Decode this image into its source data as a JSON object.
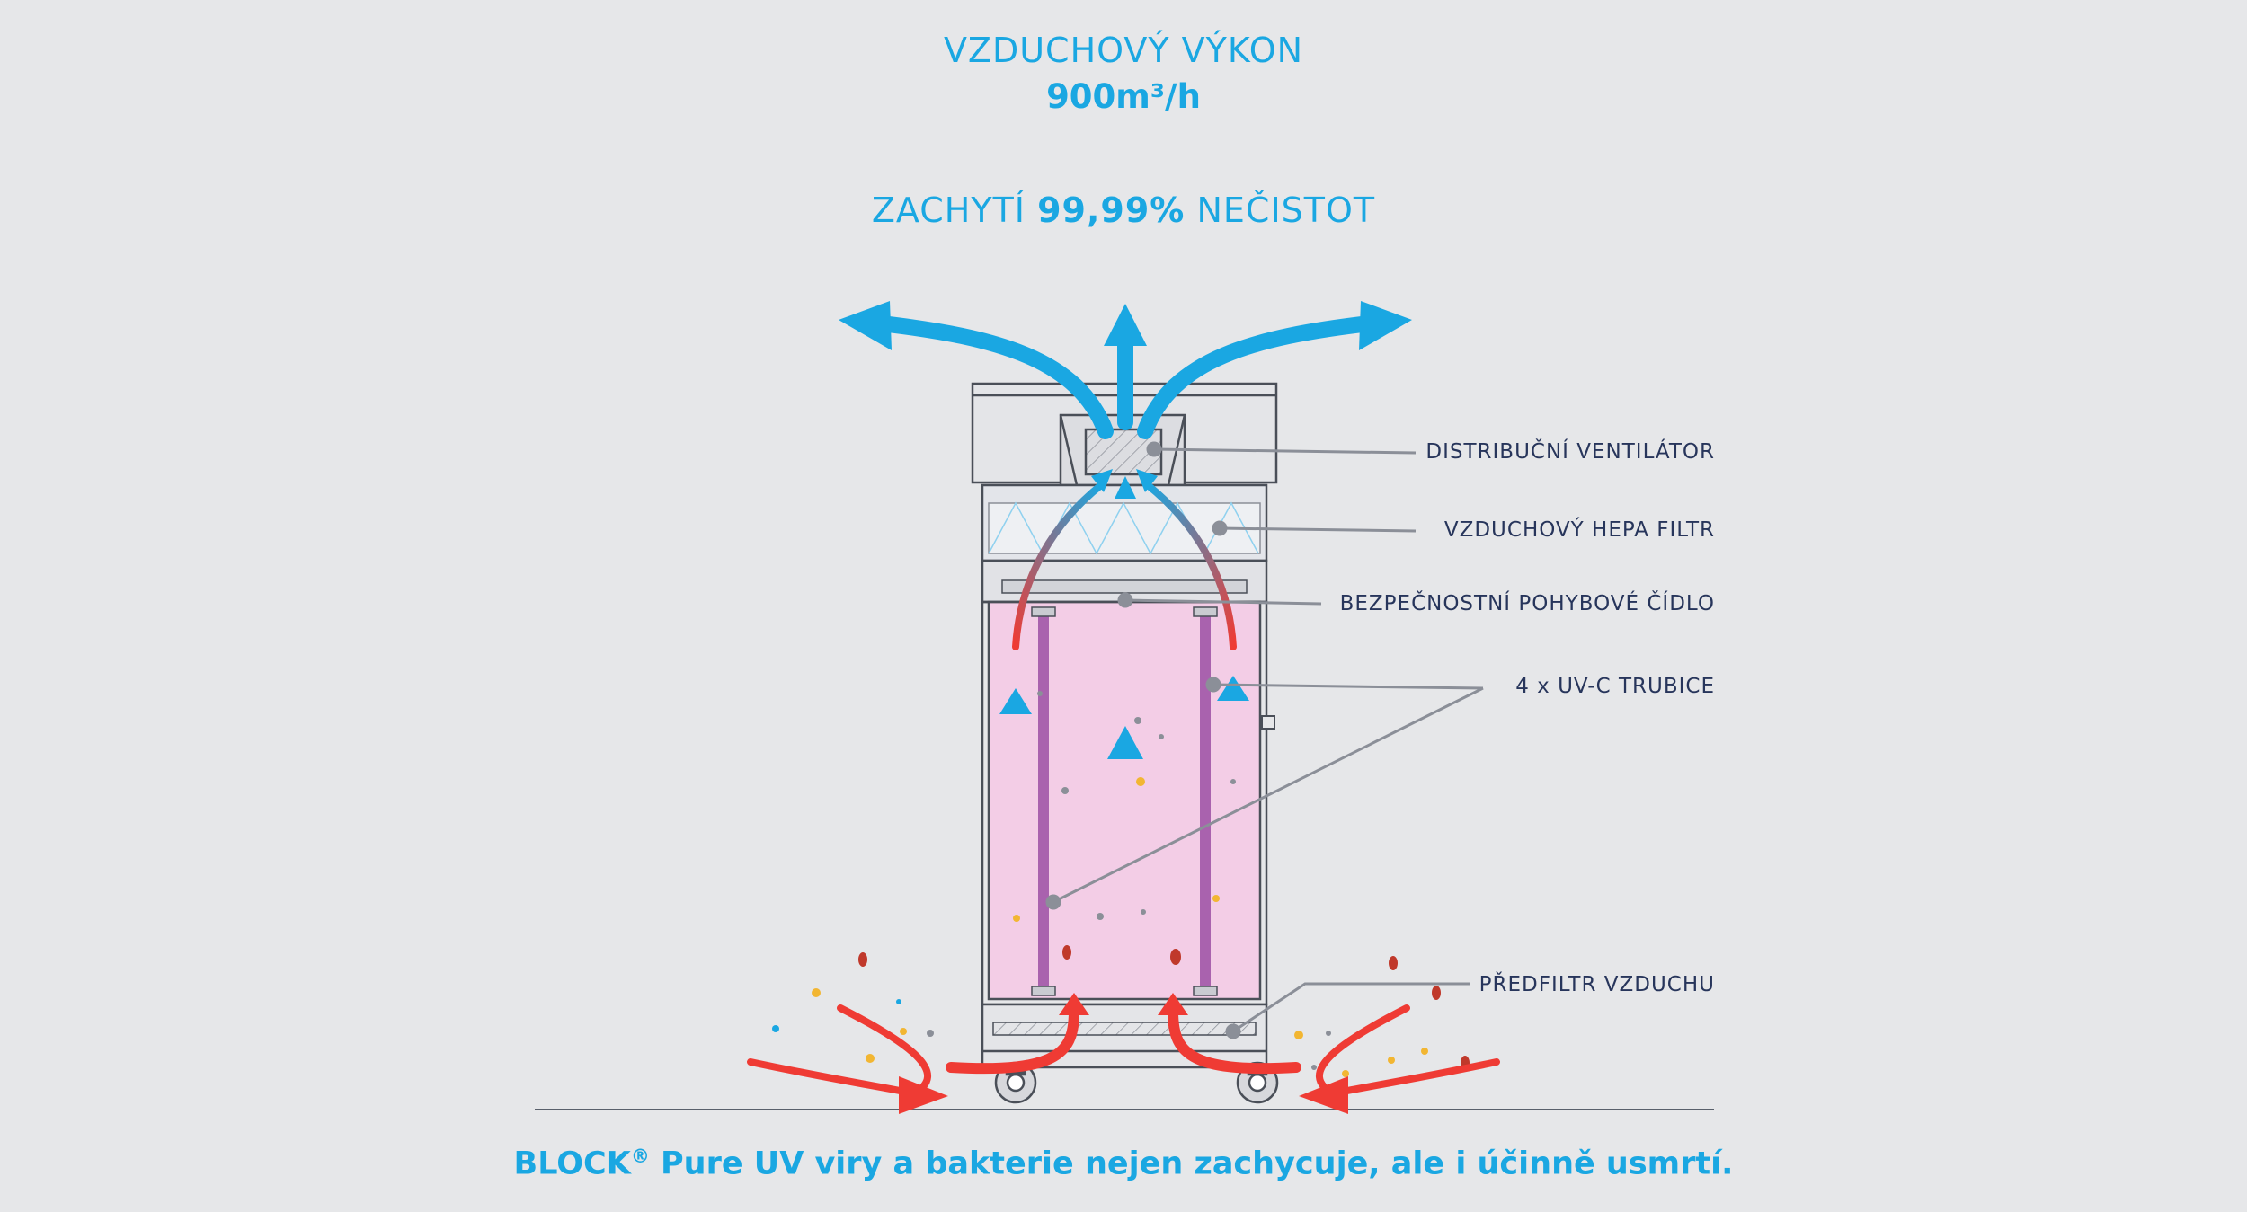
{
  "header": {
    "airflow_label": "VZDUCHOVÝ VÝKON",
    "airflow_value": "900m³/h",
    "capture_prefix": "ZACHYTÍ",
    "capture_value": "99,99%",
    "capture_suffix": "NEČISTOT"
  },
  "callouts": {
    "fan": "DISTRIBUČNÍ VENTILÁTOR",
    "hepa": "VZDUCHOVÝ HEPA FILTR",
    "sensor": "BEZPEČNOSTNÍ POHYBOVÉ ČÍDLO",
    "uvc": "4 x UV-C TRUBICE",
    "prefilter": "PŘEDFILTR VZDUCHU"
  },
  "footer": {
    "brand": "BLOCK",
    "trademark": "®",
    "text": "Pure UV viry a bakterie nejen zachycuje, ale i účinně usmrtí."
  },
  "colors": {
    "accent_blue": "#1aa7e2",
    "label_navy": "#27355b",
    "arrow_red": "#ef3b34",
    "uv_pink": "#f3cde6",
    "uv_tube": "#9b4fa3",
    "background": "#e6e7e9"
  }
}
